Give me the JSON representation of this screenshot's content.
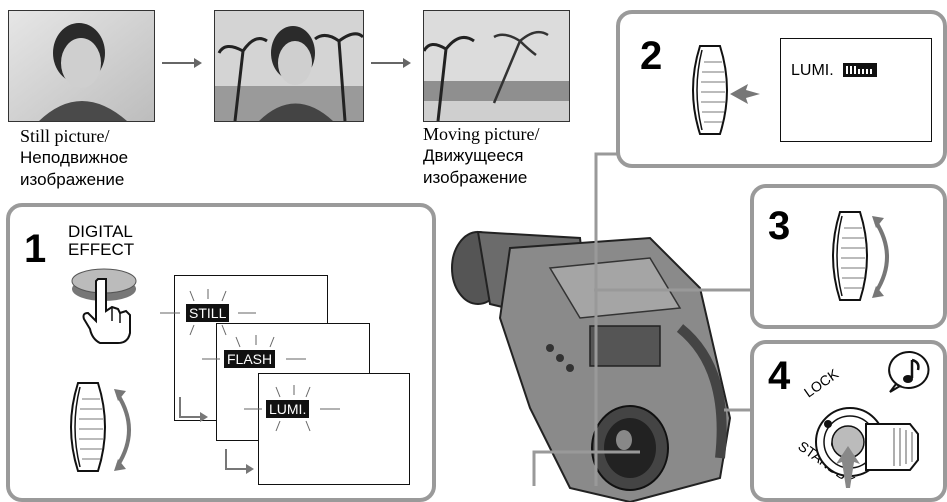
{
  "captions": {
    "still_line1": "Still picture/",
    "still_line2": "Неподвижное",
    "still_line3": "изображение",
    "moving_line1": "Moving picture/",
    "moving_line2": "Движущееся",
    "moving_line3": "изображение"
  },
  "steps": {
    "step1_number": "1",
    "step1_button_line1": "DIGITAL",
    "step1_button_line2": "EFFECT",
    "step1_osd_still": "STILL",
    "step1_osd_flash": "FLASH",
    "step1_osd_lumi": "LUMI.",
    "step2_number": "2",
    "step2_screen_text": "LUMI.",
    "step3_number": "3",
    "step4_number": "4",
    "step4_lock": "LOCK",
    "step4_standby": "STANDBY"
  },
  "icons": [
    "arrow-right-icon",
    "hand-pointer-icon",
    "dial-wheel-icon",
    "curved-double-arrow-icon",
    "music-note-icon",
    "power-switch-icon",
    "camcorder-illustration"
  ],
  "colors": {
    "panel_border": "#9a9a9a",
    "osd_bg": "#111111",
    "osd_text": "#ffffff",
    "line": "#555555"
  }
}
